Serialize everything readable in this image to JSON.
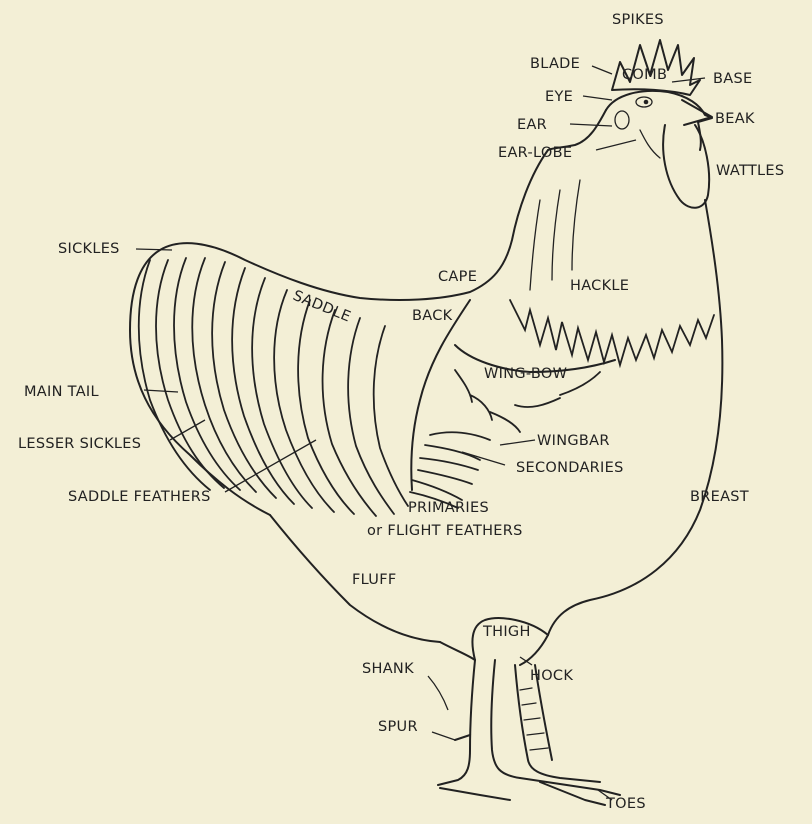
{
  "diagram": {
    "background_color": "#f3efd6",
    "ink_color": "#222222",
    "labels": {
      "spikes": "SPIKES",
      "blade": "BLADE",
      "comb": "COMB",
      "base": "BASE",
      "eye": "EYE",
      "beak": "BEAK",
      "ear": "EAR",
      "ear_lobe": "EAR-LOBE",
      "wattles": "WATTLES",
      "sickles": "SICKLES",
      "cape": "CAPE",
      "hackle": "HACKLE",
      "saddle": "SADDLE",
      "back": "BACK",
      "main_tail": "MAIN TAIL",
      "wing_bow": "WING-BOW",
      "lesser_sickles": "LESSER SICKLES",
      "wingbar": "WINGBAR",
      "secondaries": "SECONDARIES",
      "saddle_feathers": "SADDLE FEATHERS",
      "primaries_line1": "PRIMARIES",
      "primaries_line2": "or FLIGHT FEATHERS",
      "breast": "BREAST",
      "fluff": "FLUFF",
      "thigh": "THIGH",
      "shank": "SHANK",
      "hock": "HOCK",
      "spur": "SPUR",
      "toes": "TOES"
    }
  }
}
